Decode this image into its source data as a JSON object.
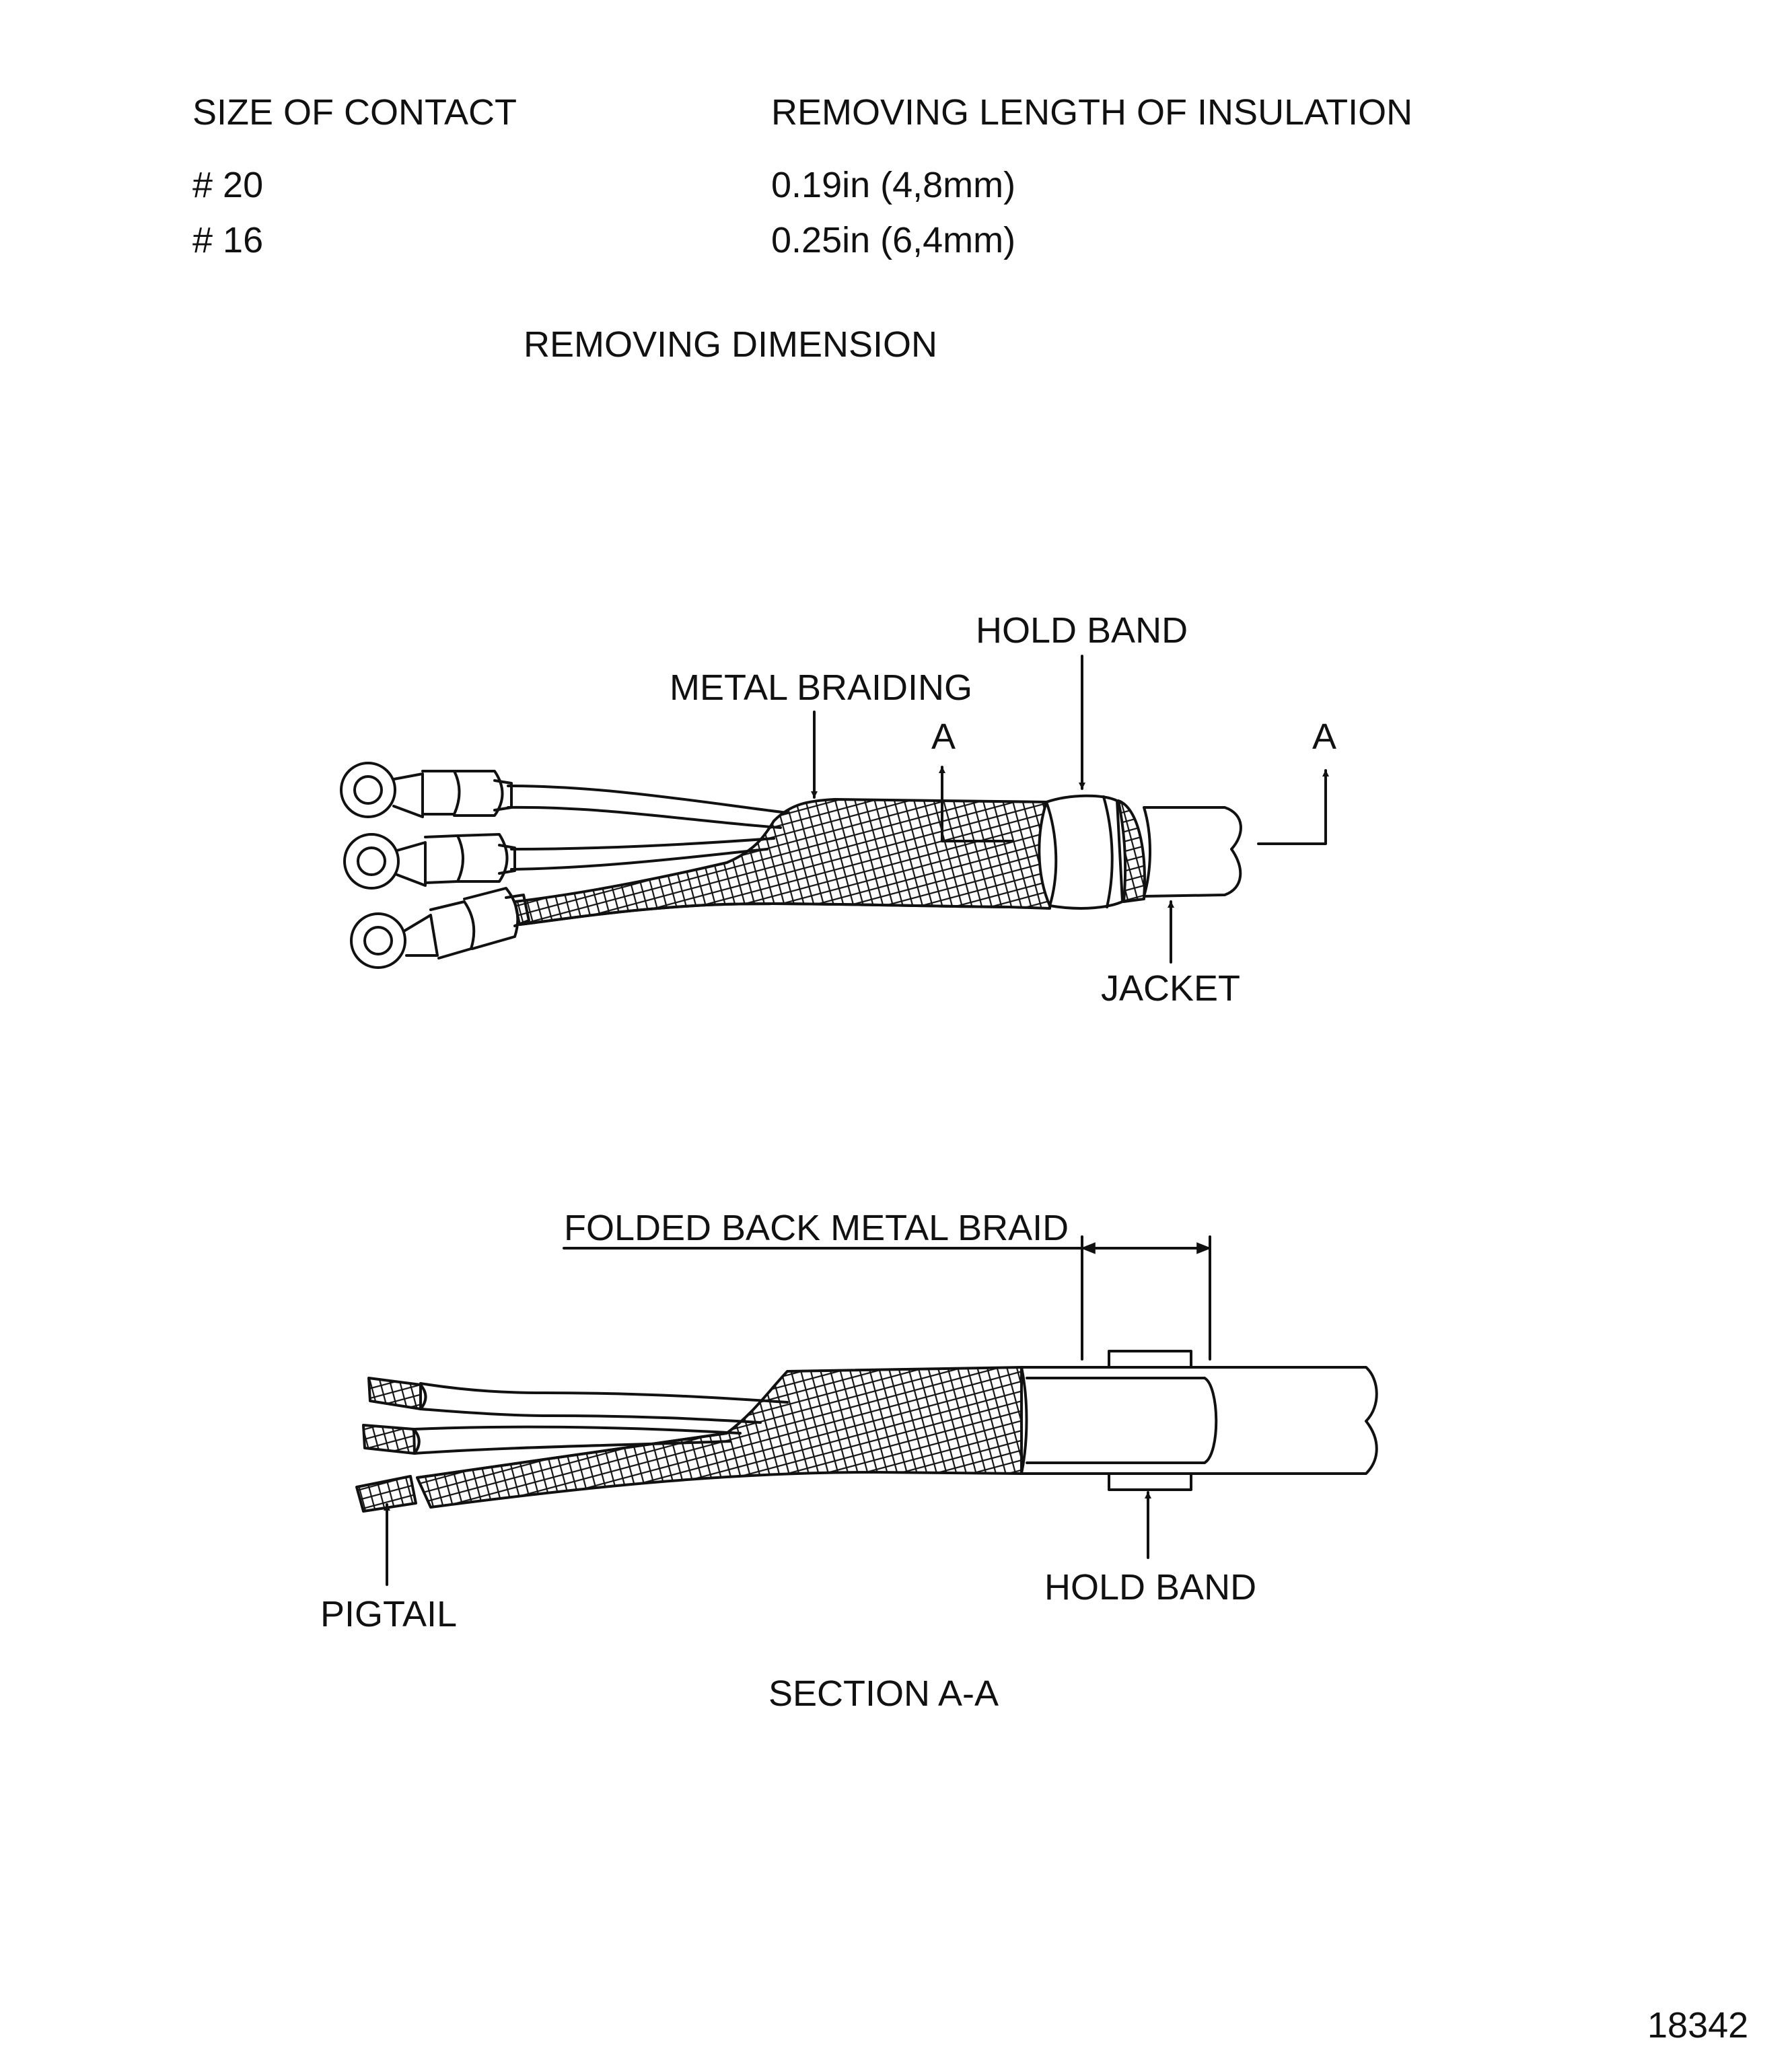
{
  "table": {
    "headers": [
      "SIZE OF CONTACT",
      "REMOVING LENGTH OF INSULATION"
    ],
    "rows": [
      {
        "size": "# 20",
        "length": "0.19in (4,8mm)"
      },
      {
        "size": "# 16",
        "length": "0.25in (6,4mm)"
      }
    ]
  },
  "figure1": {
    "title": "REMOVING DIMENSION",
    "labels": {
      "hold_band": "HOLD BAND",
      "metal_braiding": "METAL BRAIDING",
      "section_marker_left": "A",
      "section_marker_right": "A",
      "jacket": "JACKET"
    }
  },
  "figure2": {
    "labels": {
      "folded_back_metal_braid": "FOLDED BACK METAL BRAID",
      "pigtail": "PIGTAIL",
      "hold_band": "HOLD BAND"
    },
    "caption": "SECTION A-A"
  },
  "figure_number": "18342",
  "colors": {
    "ink": "#111111",
    "paper": "#ffffff"
  }
}
